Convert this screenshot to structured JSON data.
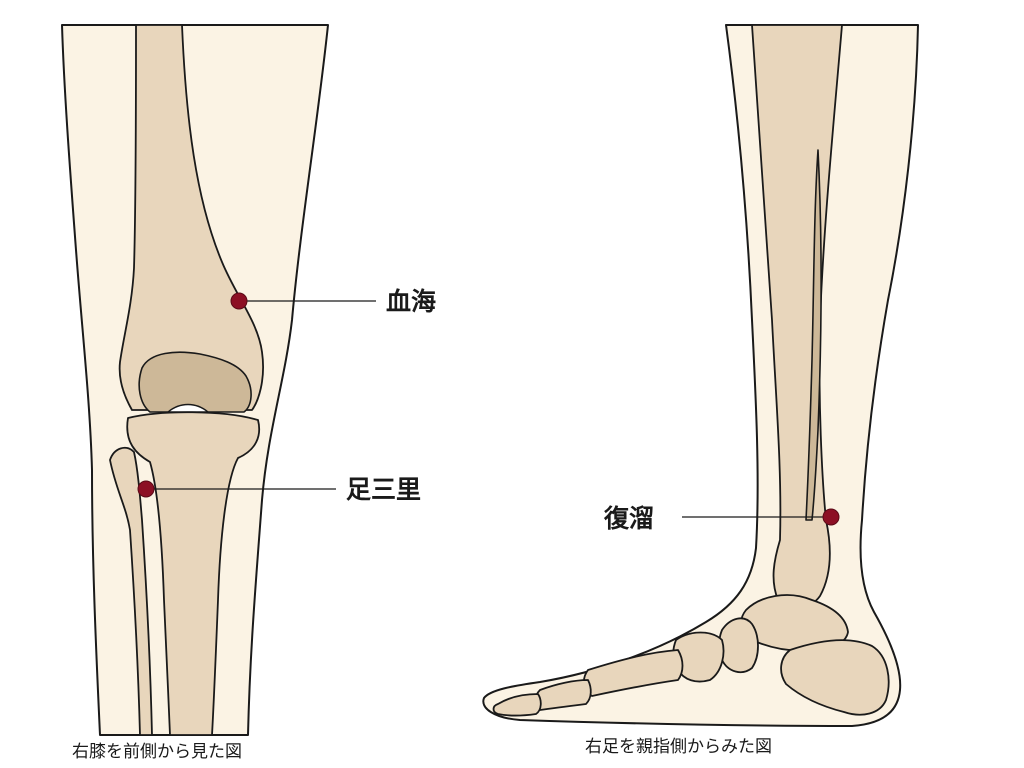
{
  "views": {
    "knee_front": {
      "caption": "右膝を前側から見た図",
      "points": {
        "kekkai": {
          "label": "血海"
        },
        "ashisanri": {
          "label": "足三里"
        }
      }
    },
    "foot_side": {
      "caption": "右足を親指側からみた図",
      "points": {
        "fukuryu": {
          "label": "復溜"
        }
      }
    }
  },
  "colors": {
    "point": "#8c0f24",
    "bone": "#e8d6bc",
    "bone_shade": "#cdb898",
    "skin": "#fbf3e4",
    "outline": "#1a1a1a"
  }
}
